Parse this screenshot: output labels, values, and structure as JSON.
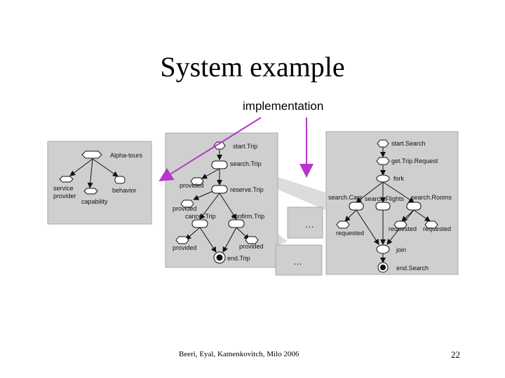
{
  "slide": {
    "title": "System example",
    "subtitle": "implementation",
    "footer": "Beeri, Eyal, Kamenkovitch, Milo 2006",
    "page_number": "22"
  },
  "colors": {
    "panel": "#cfcfcf",
    "panel_border": "#a8a8a8",
    "arrow_accent": "#b536c9",
    "node_fill": "#ffffff"
  },
  "diagram": {
    "left_panel": {
      "alpha_tours": "Alpha-tours",
      "service": "service",
      "provider": "provider",
      "capability": "capability",
      "behavior": "behavior"
    },
    "middle_panel": {
      "start_trip": "start.Trip",
      "search_trip": "search.Trip",
      "provided_1": "provided",
      "reserve_trip": "reserve.Trip",
      "provided_2": "provided",
      "cancel_trip": "cancel.Trip",
      "confirm_trip": "confirm.Trip",
      "provided_3": "provided",
      "provided_4": "provided",
      "end_trip": "end.Trip"
    },
    "ellipsis_1": "…",
    "ellipsis_2": "…",
    "right_panel": {
      "start_search": "start.Search",
      "get_trip_request": "get.Trip.Request",
      "fork": "fork",
      "search_cars": "search.Cars",
      "search_flights": "search.Flights",
      "search_rooms": "search.Rooms",
      "requested_1": "requested",
      "requested_2": "requested",
      "requested_3": "requested",
      "join": "join",
      "end_search": "end.Search"
    }
  }
}
